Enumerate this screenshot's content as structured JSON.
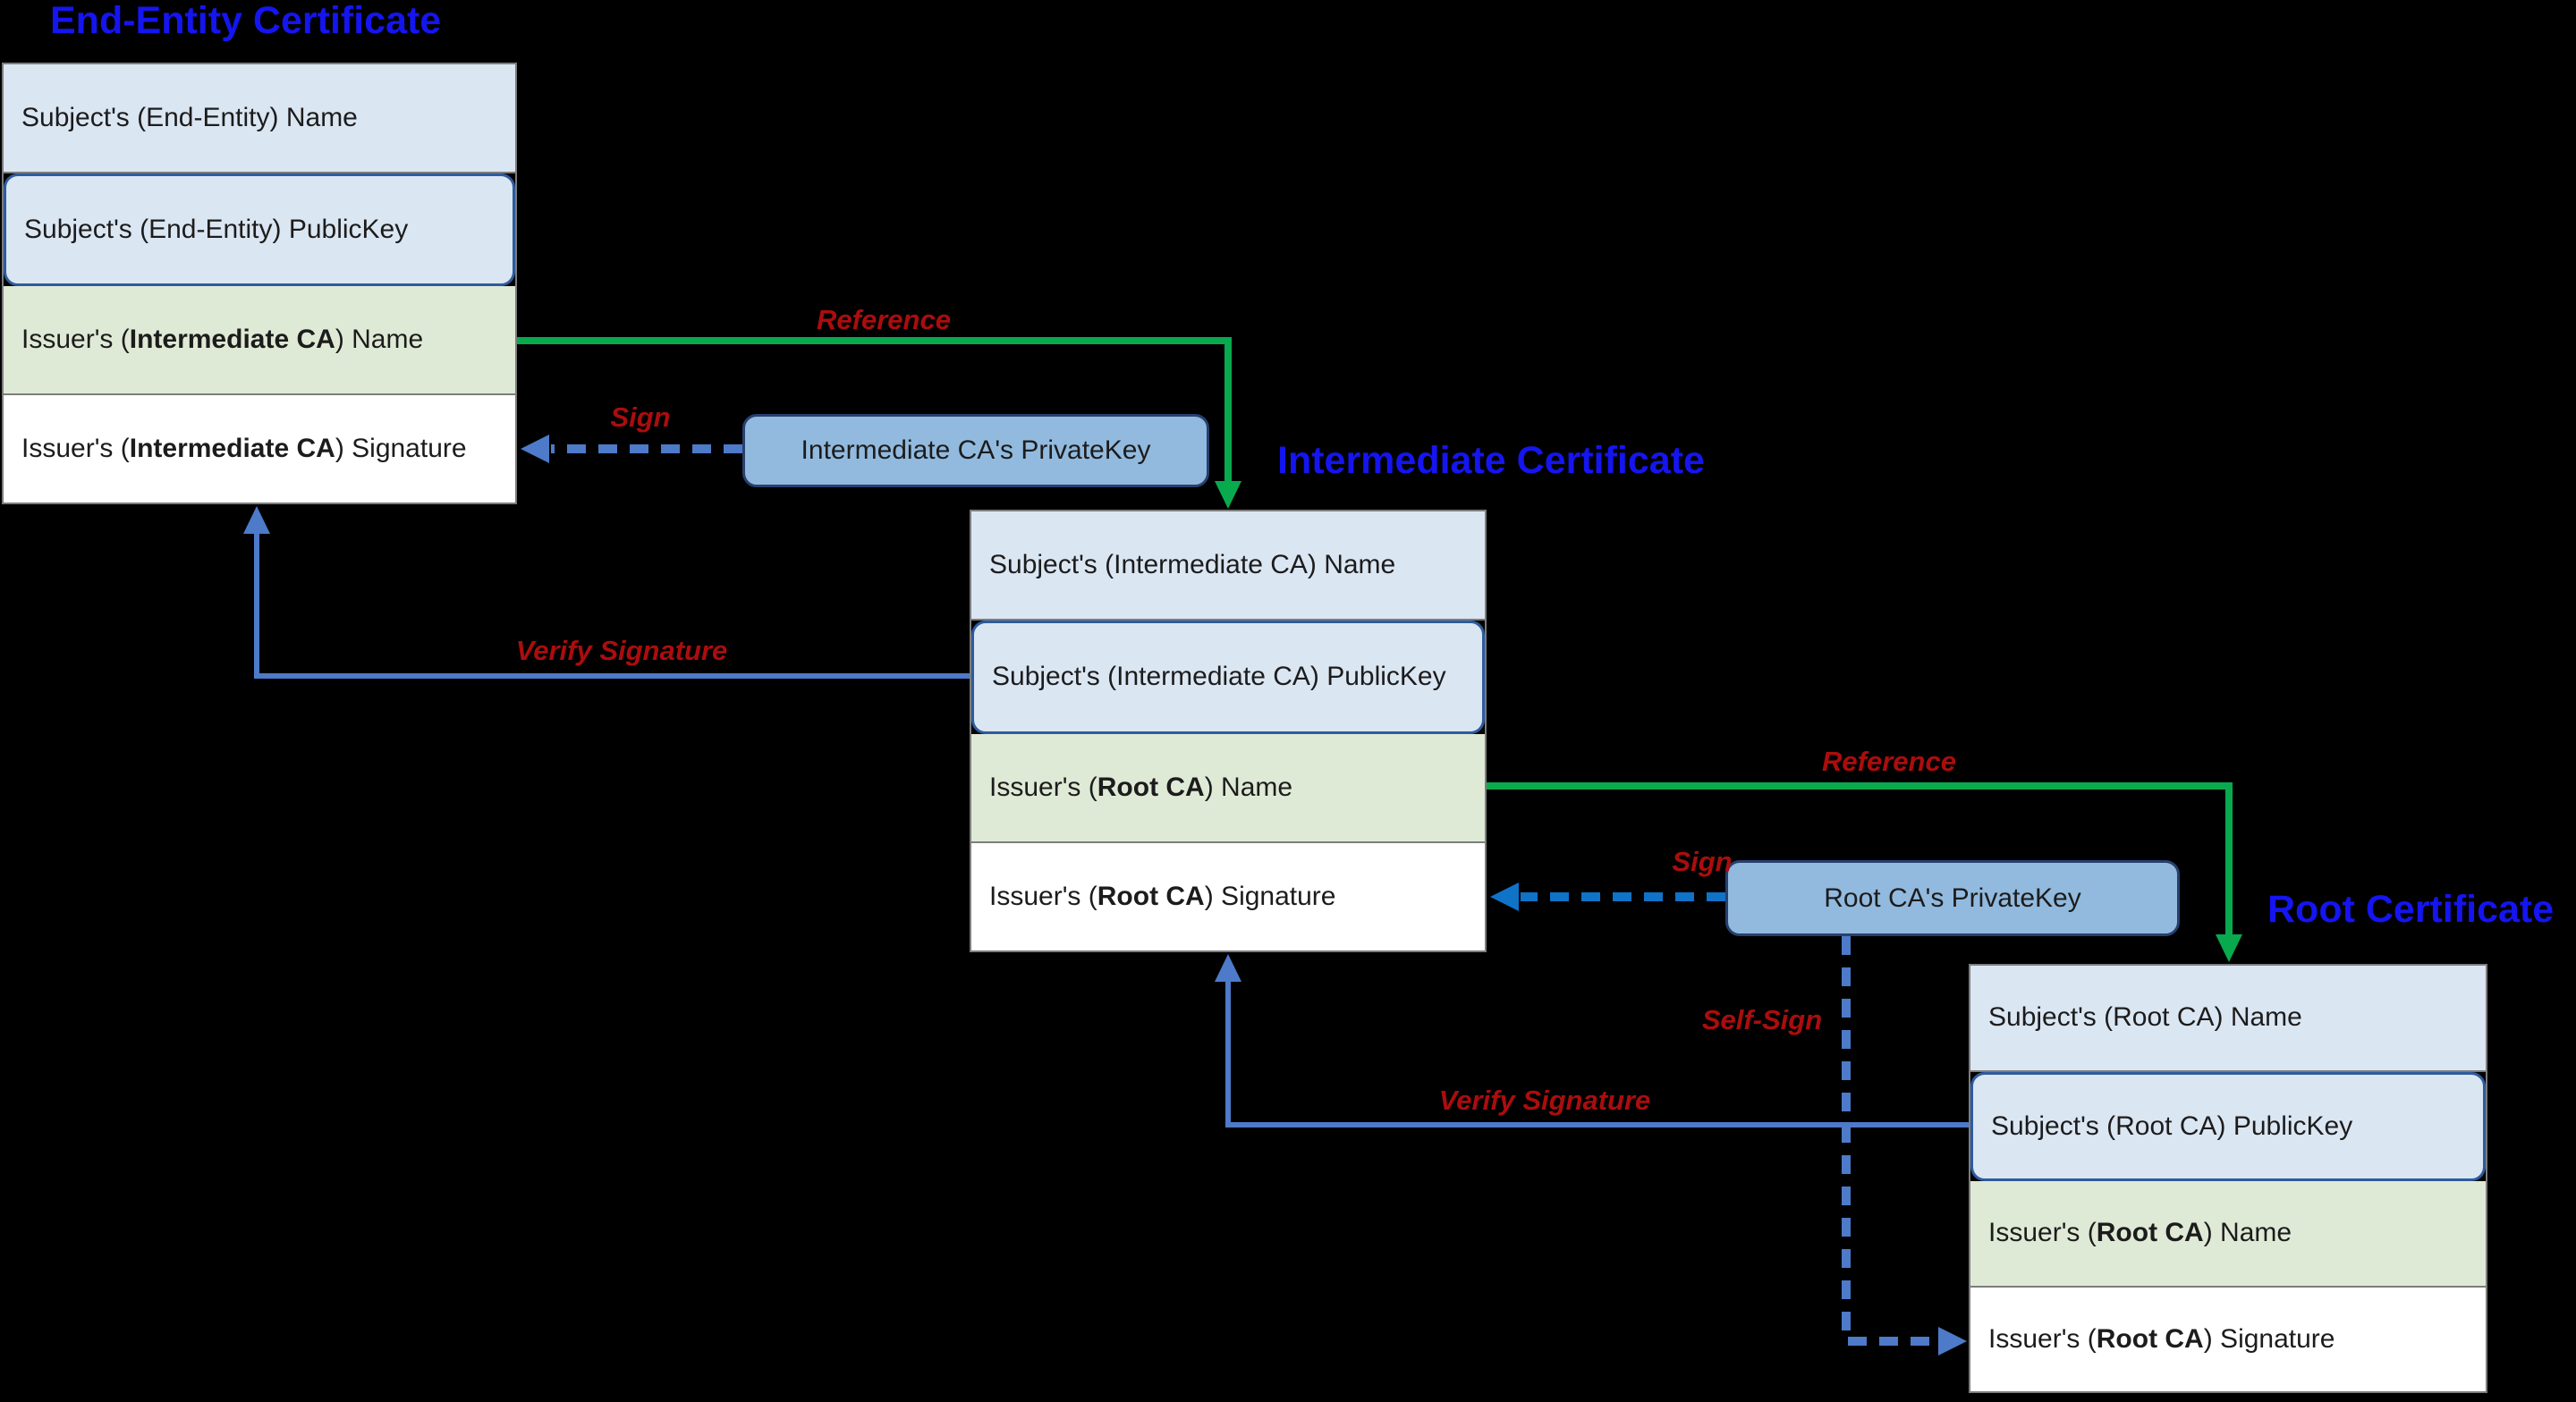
{
  "titles": {
    "end_entity": "End-Entity Certificate",
    "intermediate": "Intermediate Certificate",
    "root": "Root Certificate"
  },
  "certificates": [
    {
      "name": "end-entity-certificate",
      "rows": [
        {
          "pre": "Subject's (End-Entity) Name",
          "bold": "",
          "post": ""
        },
        {
          "pre": "Subject's (End-Entity) PublicKey",
          "bold": "",
          "post": ""
        },
        {
          "pre": "Issuer's (",
          "bold": "Intermediate CA",
          "post": ") Name"
        },
        {
          "pre": "Issuer's (",
          "bold": "Intermediate CA",
          "post": ") Signature"
        }
      ]
    },
    {
      "name": "intermediate-certificate",
      "rows": [
        {
          "pre": "Subject's (Intermediate CA) Name",
          "bold": "",
          "post": ""
        },
        {
          "pre": "Subject's (Intermediate CA) PublicKey",
          "bold": "",
          "post": ""
        },
        {
          "pre": "Issuer's (",
          "bold": "Root CA",
          "post": ") Name"
        },
        {
          "pre": "Issuer's (",
          "bold": "Root CA",
          "post": ") Signature"
        }
      ]
    },
    {
      "name": "root-certificate",
      "rows": [
        {
          "pre": "Subject's (Root CA) Name",
          "bold": "",
          "post": ""
        },
        {
          "pre": "Subject's (Root CA) PublicKey",
          "bold": "",
          "post": ""
        },
        {
          "pre": "Issuer's (",
          "bold": "Root CA",
          "post": ") Name"
        },
        {
          "pre": "Issuer's (",
          "bold": "Root CA",
          "post": ") Signature"
        }
      ]
    }
  ],
  "private_keys": {
    "intermediate": "Intermediate CA's PrivateKey",
    "root": "Root CA's PrivateKey"
  },
  "arrow_labels": {
    "reference1": "Reference",
    "sign1": "Sign",
    "verify1": "Verify Signature",
    "reference2": "Reference",
    "sign2": "Sign",
    "self_sign": "Self-Sign",
    "verify2": "Verify Signature"
  },
  "colors": {
    "background": "#000000",
    "title_blue": "#1515f0",
    "row_light_blue": "#dbe6f3",
    "row_green": "#dfead6",
    "row_white": "#ffffff",
    "row_border_gray": "#7d7d7d",
    "public_key_border_blue": "#2e5b9e",
    "private_key_fill": "#92bade",
    "private_key_border": "#27406e",
    "reference_arrow_green": "#09a94e",
    "sign_verify_blue_muted": "#4d7ac9",
    "sign_arrow_blue_vivid": "#0f73c8",
    "label_red": "#ab0d0d"
  }
}
